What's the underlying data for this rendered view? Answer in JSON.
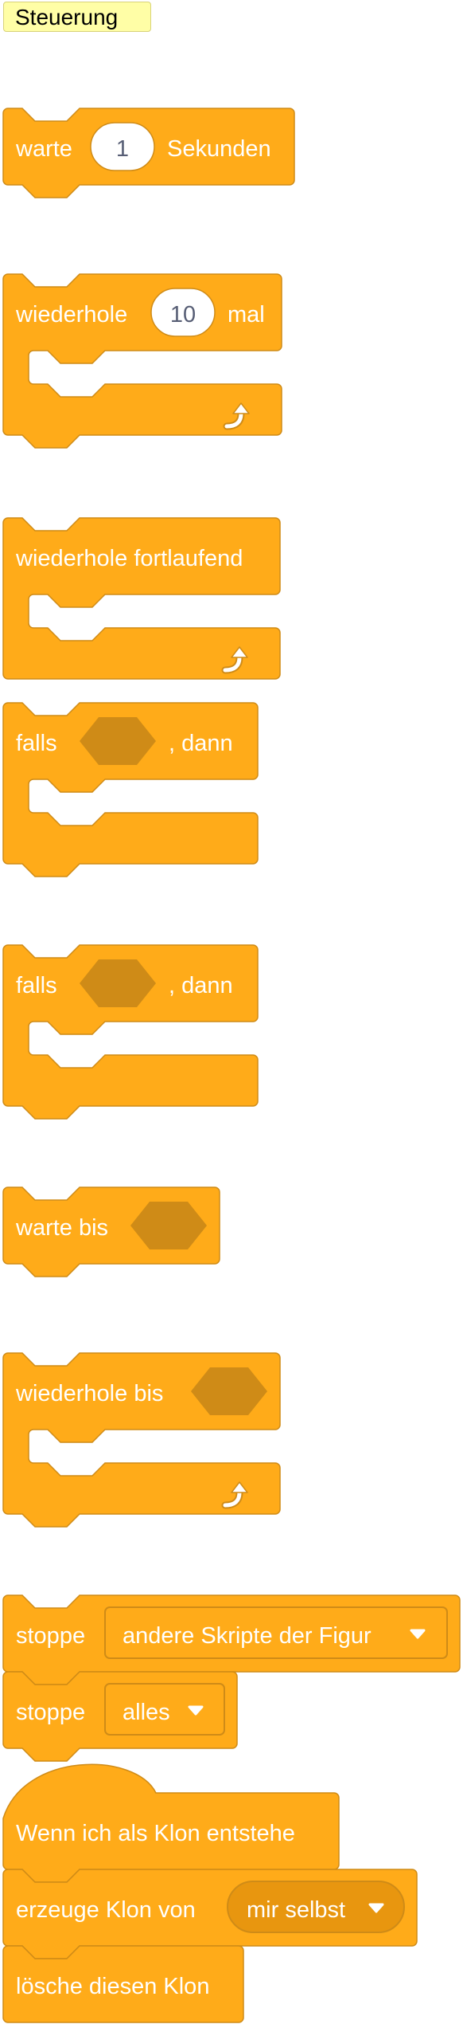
{
  "category": {
    "label": "Steuerung"
  },
  "colors": {
    "block_fill": "#FFAB19",
    "block_stroke": "#CF8B17",
    "boolean_slot": "#CF8B17",
    "dropdown_fill": "#E8960F",
    "text_white": "#FFFFFF",
    "input_text": "#575E75"
  },
  "icons": {
    "repeat_arrow": "repeat-arrow-icon",
    "dropdown_caret": "dropdown-caret-icon"
  },
  "blocks": {
    "wait": {
      "label1": "warte",
      "value": "1",
      "label2": "Sekunden"
    },
    "repeat": {
      "label1": "wiederhole",
      "value": "10",
      "label2": "mal"
    },
    "forever": {
      "label": "wiederhole fortlaufend"
    },
    "if_then": {
      "label1": "falls",
      "label2": ", dann"
    },
    "if_then_2": {
      "label1": "falls",
      "label2": ", dann"
    },
    "wait_until": {
      "label": "warte bis"
    },
    "repeat_until": {
      "label": "wiederhole bis"
    },
    "stop_other": {
      "label": "stoppe",
      "option": "andere Skripte der Figur"
    },
    "stop_all": {
      "label": "stoppe",
      "option": "alles"
    },
    "clone_hat": {
      "label": "Wenn ich als Klon entstehe"
    },
    "create_clone": {
      "label": "erzeuge Klon von",
      "option": "mir selbst"
    },
    "delete_clone": {
      "label": "lösche diesen Klon"
    }
  }
}
